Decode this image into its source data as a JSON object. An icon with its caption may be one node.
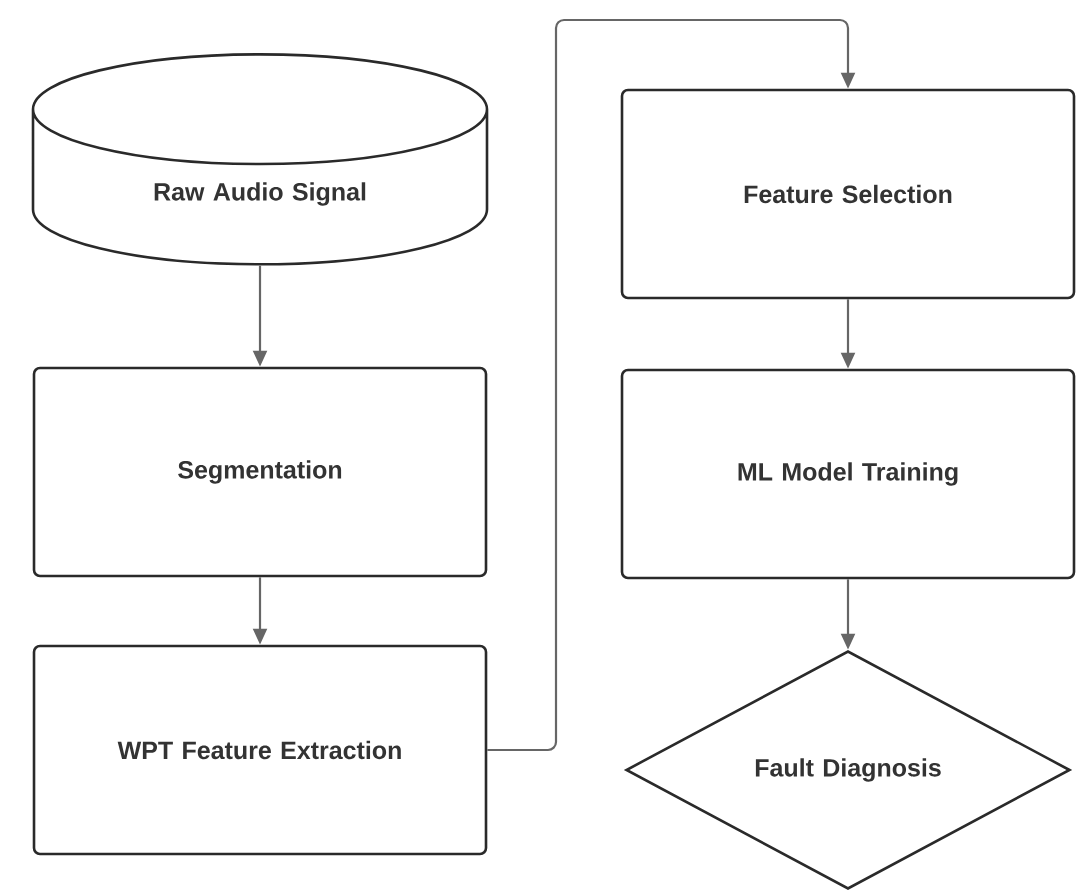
{
  "diagram": {
    "nodes": [
      {
        "text": [
          "Raw Audio Signal"
        ]
      },
      {
        "text": [
          "Segmentation"
        ]
      },
      {
        "text": [
          "WPT Feature Extraction"
        ]
      },
      {
        "text": [
          "Feature Selection"
        ]
      },
      {
        "text": [
          "ML Model Training"
        ]
      },
      {
        "text": [
          "Fault Diagnosis"
        ]
      }
    ],
    "edges": [
      {
        "from": 0,
        "to": 1,
        "arrow": "to"
      },
      {
        "from": 1,
        "to": 2,
        "arrow": "to"
      },
      {
        "from": 2,
        "to": 3,
        "arrow": "to"
      },
      {
        "from": 3,
        "to": 4,
        "arrow": "to"
      },
      {
        "from": 4,
        "to": 5,
        "arrow": "to"
      }
    ]
  }
}
